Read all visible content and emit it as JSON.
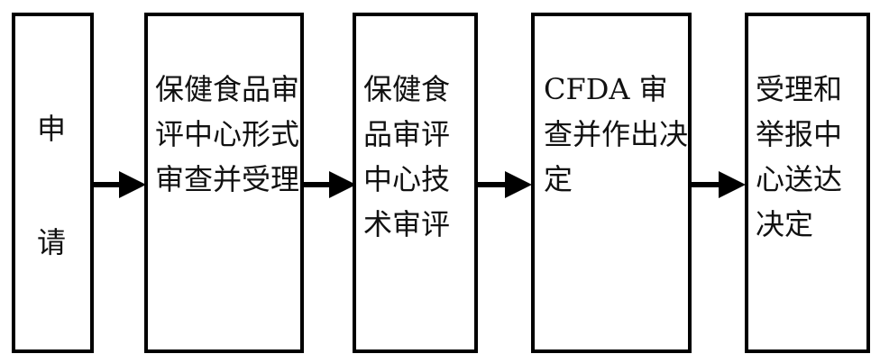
{
  "flow": {
    "step1": {
      "chars": [
        "申",
        "请"
      ]
    },
    "step2": {
      "text": "保健食品审评中心形式审查并受理"
    },
    "step3": {
      "text": "保健食品审评中心技术审评"
    },
    "step4": {
      "text": "CFDA 审查并作出决定"
    },
    "step5": {
      "text": "受理和举报中心送达决定"
    }
  },
  "colors": {
    "line": "#000000",
    "background": "#ffffff"
  }
}
